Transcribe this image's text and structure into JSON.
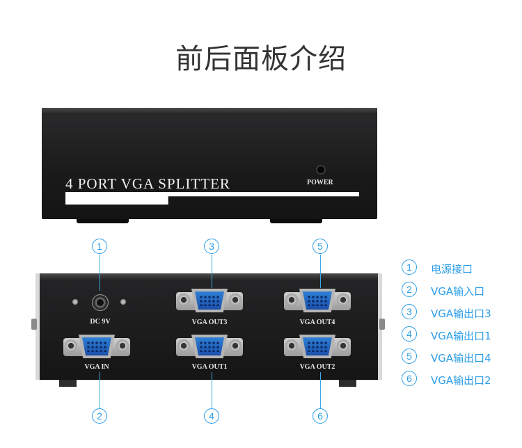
{
  "title": "前后面板介绍",
  "front_panel": {
    "label": "4 PORT VGA SPLITTER",
    "power_label": "POWER"
  },
  "rear_panel": {
    "dc_label": "DC 9V",
    "ports": {
      "vga_in": "VGA IN",
      "vga_out1": "VGA OUT1",
      "vga_out2": "VGA OUT2",
      "vga_out3": "VGA OUT3",
      "vga_out4": "VGA OUT4"
    }
  },
  "callouts": {
    "c1": "1",
    "c2": "2",
    "c3": "3",
    "c4": "4",
    "c5": "5",
    "c6": "6"
  },
  "legend": [
    {
      "num": "1",
      "text": "电源接口"
    },
    {
      "num": "2",
      "text": "VGA输入口"
    },
    {
      "num": "3",
      "text": "VGA输出口3"
    },
    {
      "num": "4",
      "text": "VGA输出口1"
    },
    {
      "num": "5",
      "text": "VGA输出口4"
    },
    {
      "num": "6",
      "text": "VGA输出口2"
    }
  ],
  "colors": {
    "accent": "#2b9de6",
    "port_blue": "#2f7fd6",
    "device_body": "#1a1a1b"
  }
}
